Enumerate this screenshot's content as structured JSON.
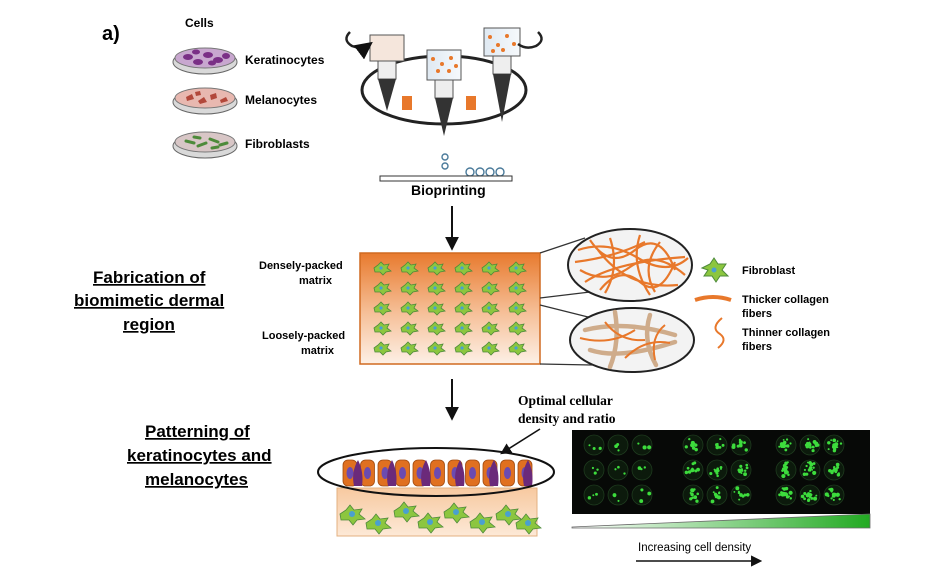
{
  "panel_label": "a)",
  "cells": {
    "title": "Cells",
    "items": [
      {
        "label": "Keratinocytes",
        "color": "#7a2f86"
      },
      {
        "label": "Melanocytes",
        "color": "#b2473a"
      },
      {
        "label": "Fibroblasts",
        "color": "#4d8a3a"
      }
    ]
  },
  "bioprinting_label": "Bioprinting",
  "dermal": {
    "heading": [
      "Fabrication of",
      "biomimetic dermal",
      "region"
    ],
    "dense_label": [
      "Densely-packed",
      "matrix"
    ],
    "loose_label": [
      "Loosely-packed",
      "matrix"
    ]
  },
  "legend": {
    "fibroblast": "Fibroblast",
    "thicker": [
      "Thicker collagen",
      "fibers"
    ],
    "thinner": [
      "Thinner collagen",
      "fibers"
    ]
  },
  "patterning": {
    "heading": [
      "Patterning of",
      "keratinocytes and",
      "melanocytes"
    ],
    "annotation": [
      "Optimal cellular",
      "density and ratio"
    ]
  },
  "density_label": "Increasing cell density",
  "colors": {
    "orange": "#e8782b",
    "keratinocyte": "#e07020",
    "melanocyte": "#6b2a7a",
    "fibroblast_green": "#8cc63f",
    "gradient_green": "#22aa22"
  }
}
